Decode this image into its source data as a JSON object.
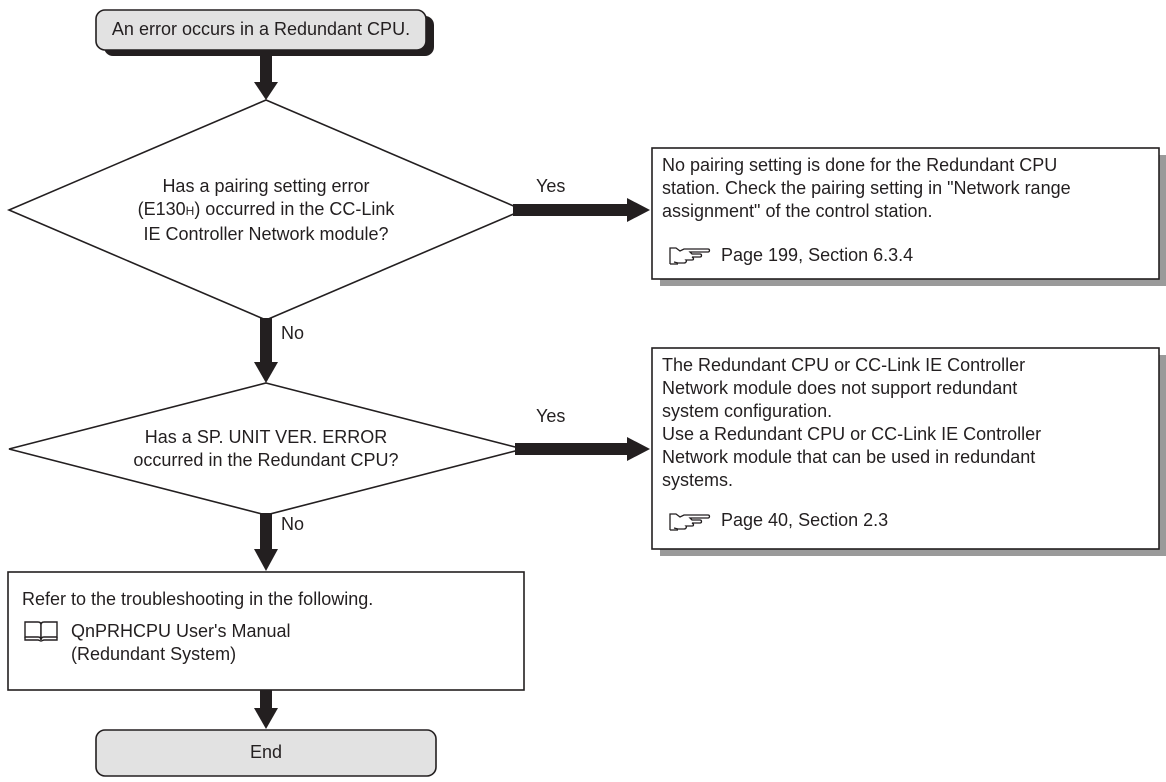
{
  "start": {
    "text": "An error occurs in a Redundant CPU."
  },
  "decision1": {
    "line1": "Has a pairing setting error",
    "line2_prefix": "(E130",
    "line2_sub": "H",
    "line2_suffix": ") occurred in the CC-Link",
    "line3": "IE Controller Network module?",
    "yes_label": "Yes",
    "no_label": "No"
  },
  "note1": {
    "lines": [
      "No pairing setting is done for the Redundant CPU",
      "station. Check the pairing setting in \"Network range",
      "assignment\" of the control station."
    ],
    "ref": "Page 199, Section 6.3.4",
    "ref_icon": "pointing-hand-icon"
  },
  "decision2": {
    "line1": "Has a SP. UNIT VER. ERROR",
    "line2": "occurred in the Redundant CPU?",
    "yes_label": "Yes",
    "no_label": "No"
  },
  "note2": {
    "lines": [
      "The Redundant CPU or CC-Link IE Controller",
      "Network module does not support redundant",
      "system configuration.",
      "Use a Redundant CPU or CC-Link IE Controller",
      "Network module that can be used in redundant",
      "systems."
    ],
    "ref": "Page 40, Section 2.3",
    "ref_icon": "pointing-hand-icon"
  },
  "process": {
    "line1": "Refer to the troubleshooting in the following.",
    "manual_icon": "manual-book-icon",
    "manual_line1": "QnPRHCPU User's Manual",
    "manual_line2": "(Redundant System)"
  },
  "end": {
    "text": "End"
  }
}
